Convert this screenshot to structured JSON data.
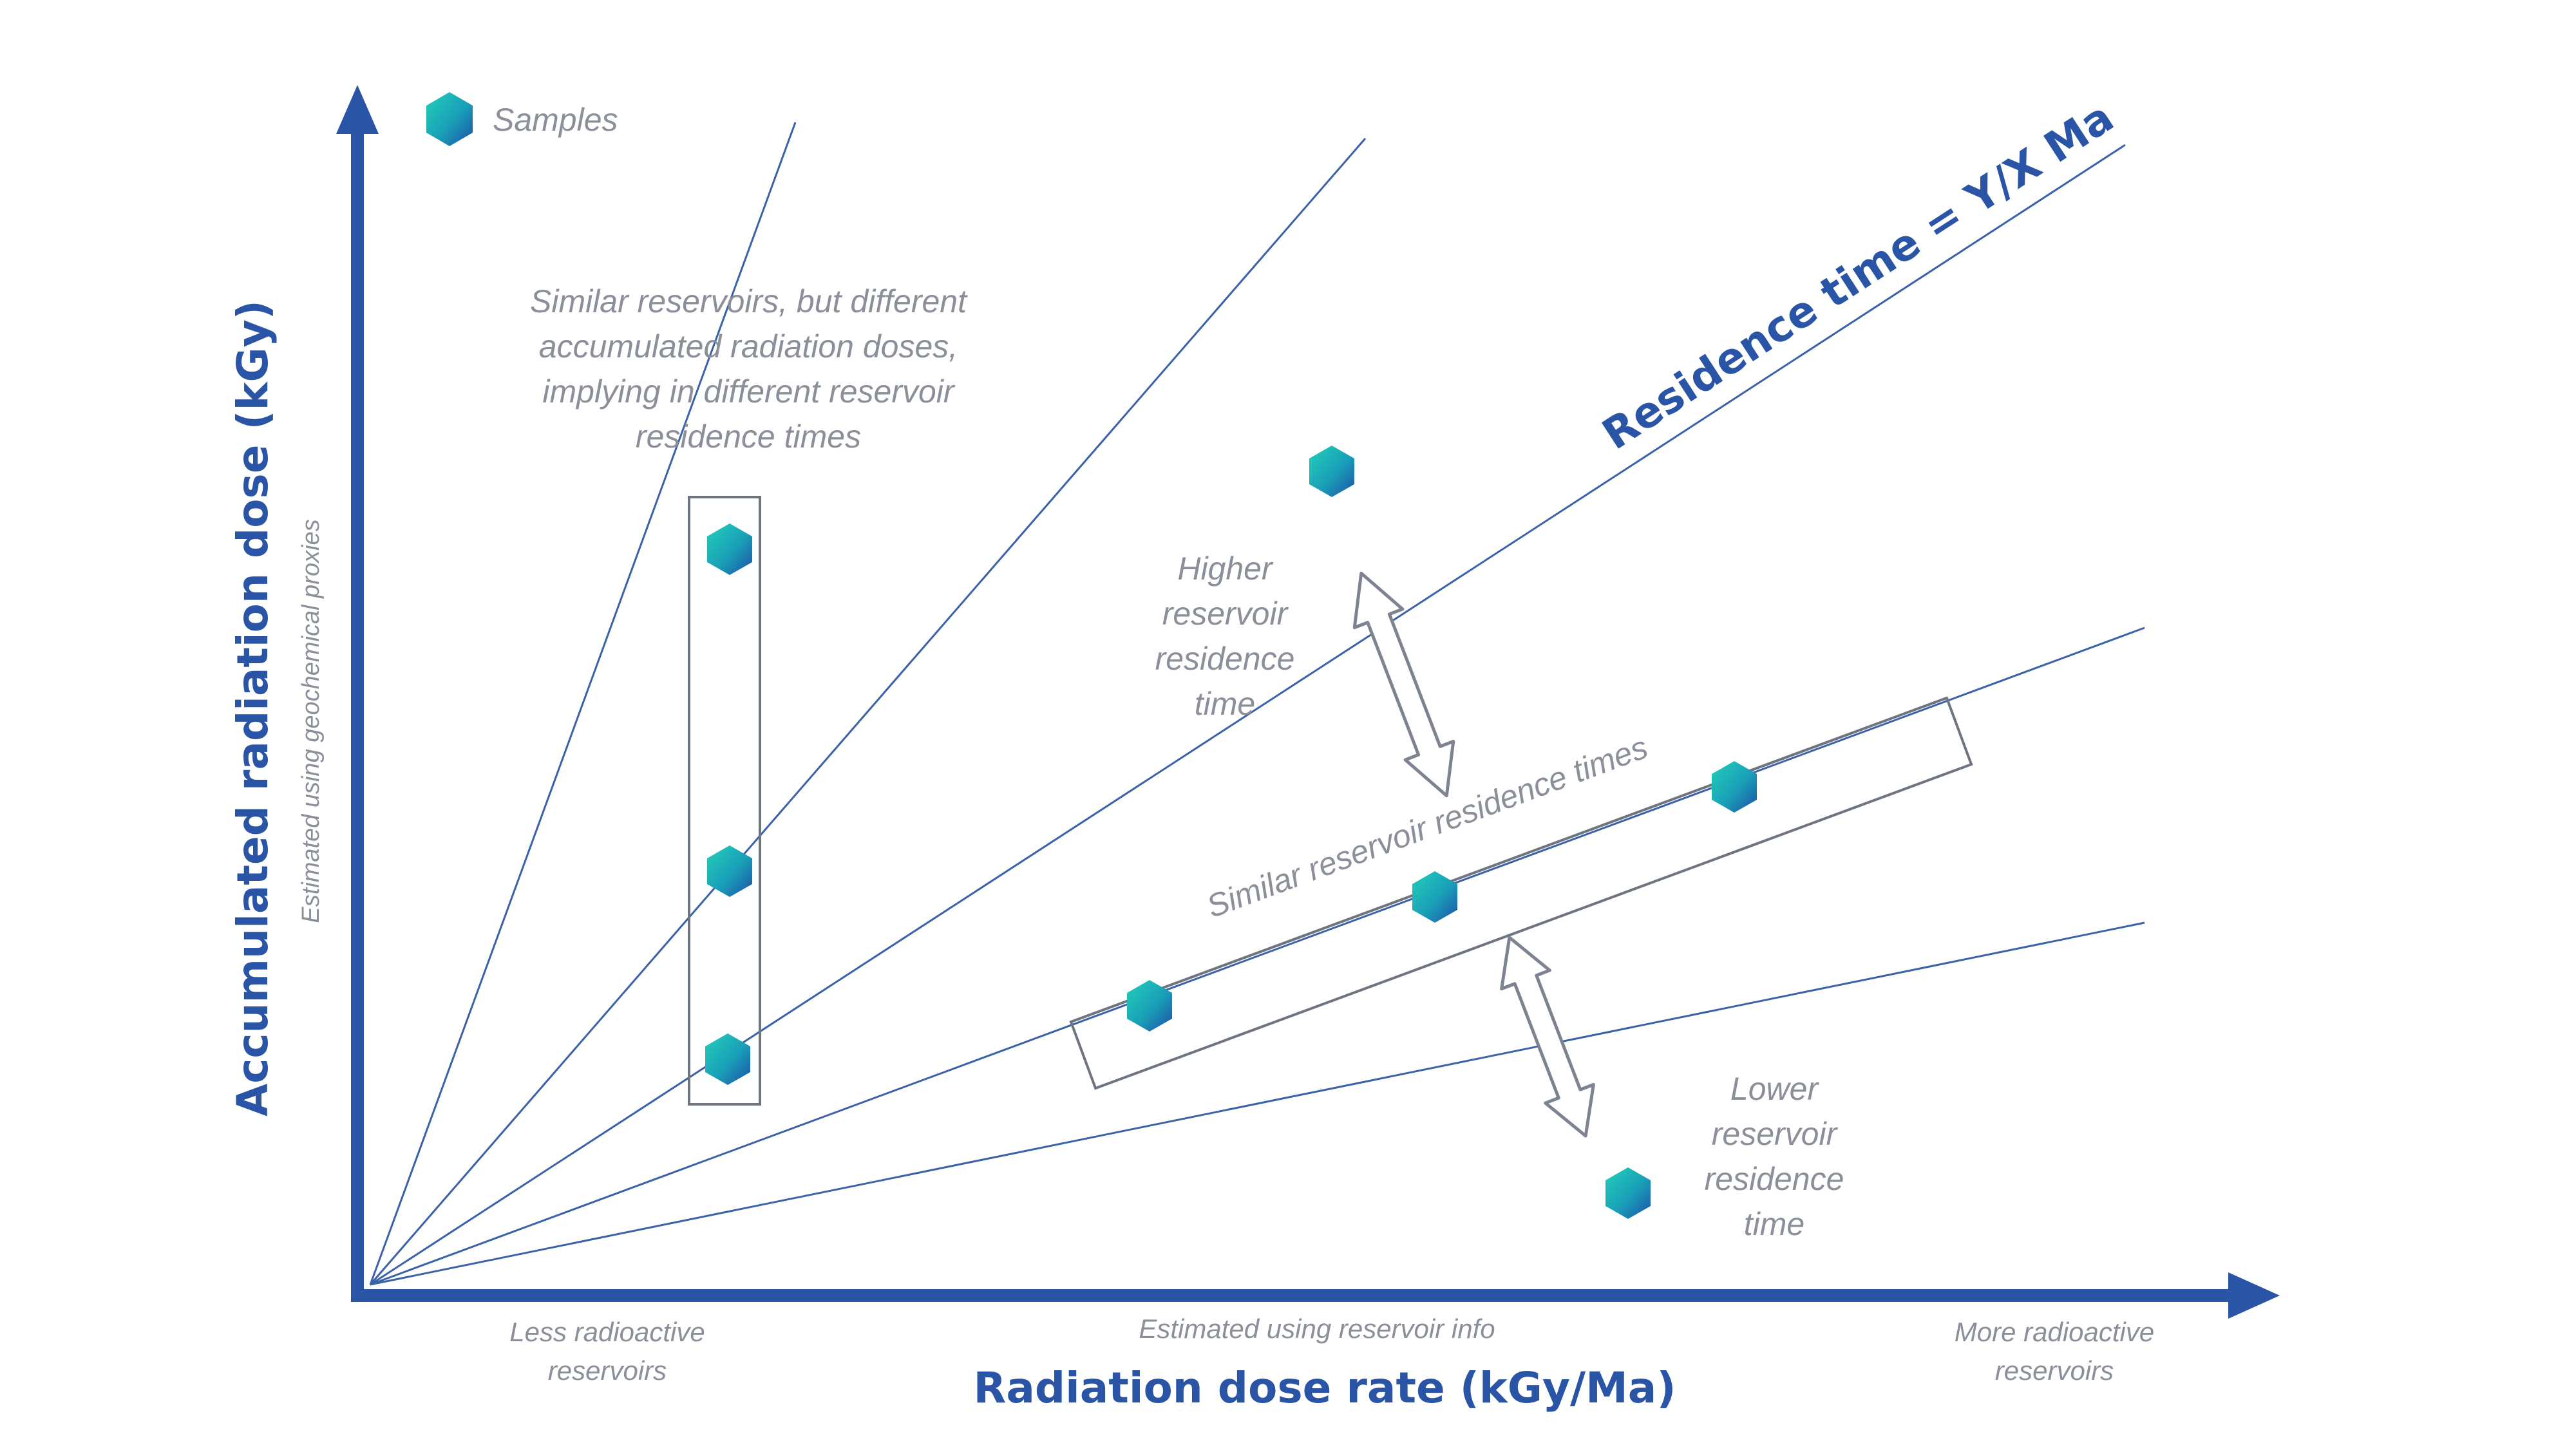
{
  "legend": {
    "samples_label": "Samples"
  },
  "axes": {
    "y_title": "Accumulated radiation dose (kGy)",
    "y_subtitle": "Estimated using geochemical proxies",
    "x_title": "Radiation dose rate (kGy/Ma)",
    "x_subtitle": "Estimated using reservoir info",
    "x_left_note": [
      "Less radioactive",
      "reservoirs"
    ],
    "x_right_note": [
      "More radioactive",
      "reservoirs"
    ]
  },
  "residence_line_label": "Residence time = Y/X Ma",
  "annotations": {
    "similar_reservoirs": [
      "Similar reservoirs, but different",
      "accumulated radiation doses,",
      "implying in different reservoir",
      "residence times"
    ],
    "higher_time": [
      "Higher",
      "reservoir",
      "residence",
      "time"
    ],
    "lower_time": [
      "Lower",
      "reservoir",
      "residence",
      "time"
    ],
    "similar_times": "Similar reservoir residence times"
  },
  "colors": {
    "axis": "#2a55a6",
    "guide_line": "#3b62a8",
    "annotation_text": "#8a8f99",
    "box_stroke": "#6e7480",
    "sample_gradient_start": "#1fc8b4",
    "sample_gradient_end": "#1d4fa6"
  }
}
